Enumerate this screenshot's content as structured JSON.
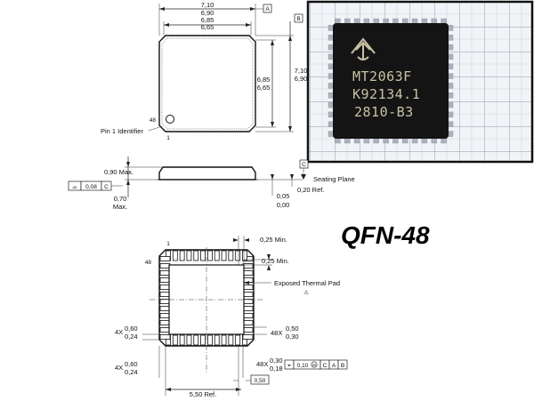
{
  "top_view": {
    "width_dims": [
      "7,10",
      "6,90",
      "6,85",
      "6,65"
    ],
    "height_dims": [
      "6,85",
      "6,65",
      "7,10",
      "6,90"
    ],
    "datum_a": "A",
    "datum_b": "B",
    "pin_count_label": "48",
    "pin_one_label": "1",
    "pin1_identifier": "Pin 1 Identifier"
  },
  "photo": {
    "marking_line1": "MT2063F",
    "marking_line2": "K92134.1",
    "marking_line3": "2810-B3"
  },
  "side_view": {
    "height_max_top": "0,90 Max.",
    "height_max_bottom": "0,70",
    "height_max_bottom_unit": "Max.",
    "flatness_symbol": "⌓",
    "flatness_value": "0,08",
    "flatness_datum": "C",
    "datum_c": "C",
    "seating_plane": "Seating Plane",
    "ref": "0,20 Ref.",
    "standoff_top": "0,05",
    "standoff_bottom": "0,00"
  },
  "package_title": "QFN-48",
  "bottom_view": {
    "pin_one_label": "1",
    "pin_count_label": "48",
    "lead_min_1": "0,25 Min.",
    "lead_min_2": "0,25 Min.",
    "exposed_pad_label": "Exposed Thermal Pad",
    "note_symbol": "⚠",
    "corner_prefix_1": "4X",
    "corner_top_1": "0,60",
    "corner_bottom_1": "0,24",
    "corner_prefix_2": "4X",
    "corner_top_2": "0,60",
    "corner_bottom_2": "0,24",
    "length_prefix": "48X",
    "length_top": "0,50",
    "length_bottom": "0,30",
    "width_prefix": "48X",
    "width_top": "0,30",
    "width_bottom": "0,18",
    "position_symbol": "⌖",
    "position_value": "0,10",
    "position_modifier": "M",
    "position_datum_c": "C",
    "position_datum_a": "A",
    "position_datum_b": "B",
    "pitch": "0,50",
    "span": "5,50 Ref."
  }
}
